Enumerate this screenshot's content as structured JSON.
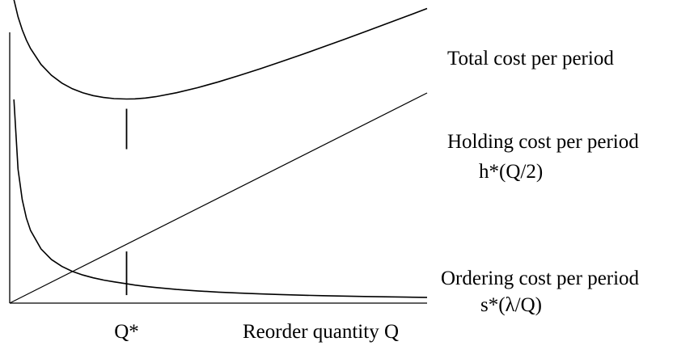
{
  "chart_data": {
    "type": "line",
    "title": "",
    "xlabel": "Reorder quantity Q",
    "ylabel": "",
    "grid": false,
    "legend": "none",
    "xlim": [
      0,
      200
    ],
    "ylim": [
      0,
      100
    ],
    "optimum": {
      "x": 56,
      "label": "Q*"
    },
    "series": [
      {
        "name": "Total cost per period",
        "formula": "",
        "x": [
          2,
          4,
          6,
          8,
          10,
          15,
          20,
          25,
          30,
          35,
          40,
          45,
          50,
          56,
          60,
          65,
          70,
          80,
          90,
          100,
          110,
          120,
          130,
          140,
          150,
          160,
          170,
          180,
          190,
          200
        ],
        "values": [
          112.08,
          105.74,
          100.94,
          97.12,
          94.01,
          88.14,
          84.11,
          81.24,
          79.17,
          77.68,
          76.63,
          75.93,
          75.52,
          75.36,
          75.43,
          75.73,
          76.23,
          77.69,
          79.56,
          81.71,
          84.06,
          86.54,
          89.13,
          91.8,
          94.53,
          97.31,
          100.14,
          103.0,
          105.89,
          108.8
        ]
      },
      {
        "name": "Holding cost per period",
        "formula": "h*(Q/2)",
        "x": [
          0,
          200
        ],
        "values": [
          0,
          77.6
        ]
      },
      {
        "name": "Ordering cost per period",
        "formula": "s*(λ/Q)",
        "x": [
          2,
          4,
          6,
          8,
          10,
          15,
          20,
          25,
          30,
          35,
          40,
          45,
          50,
          56,
          60,
          65,
          70,
          80,
          90,
          100,
          110,
          120,
          130,
          140,
          150,
          160,
          170,
          180,
          190,
          200
        ],
        "values": [
          75.2,
          49.45,
          38.18,
          31.44,
          26.81,
          20.02,
          16.1,
          13.54,
          11.73,
          10.39,
          9.35,
          8.52,
          7.84,
          7.14,
          6.67,
          6.18,
          5.76,
          5.05,
          4.5,
          4.07,
          3.71,
          3.41,
          3.16,
          2.94,
          2.75,
          2.59,
          2.45,
          2.33,
          2.22,
          2.12
        ]
      }
    ]
  }
}
